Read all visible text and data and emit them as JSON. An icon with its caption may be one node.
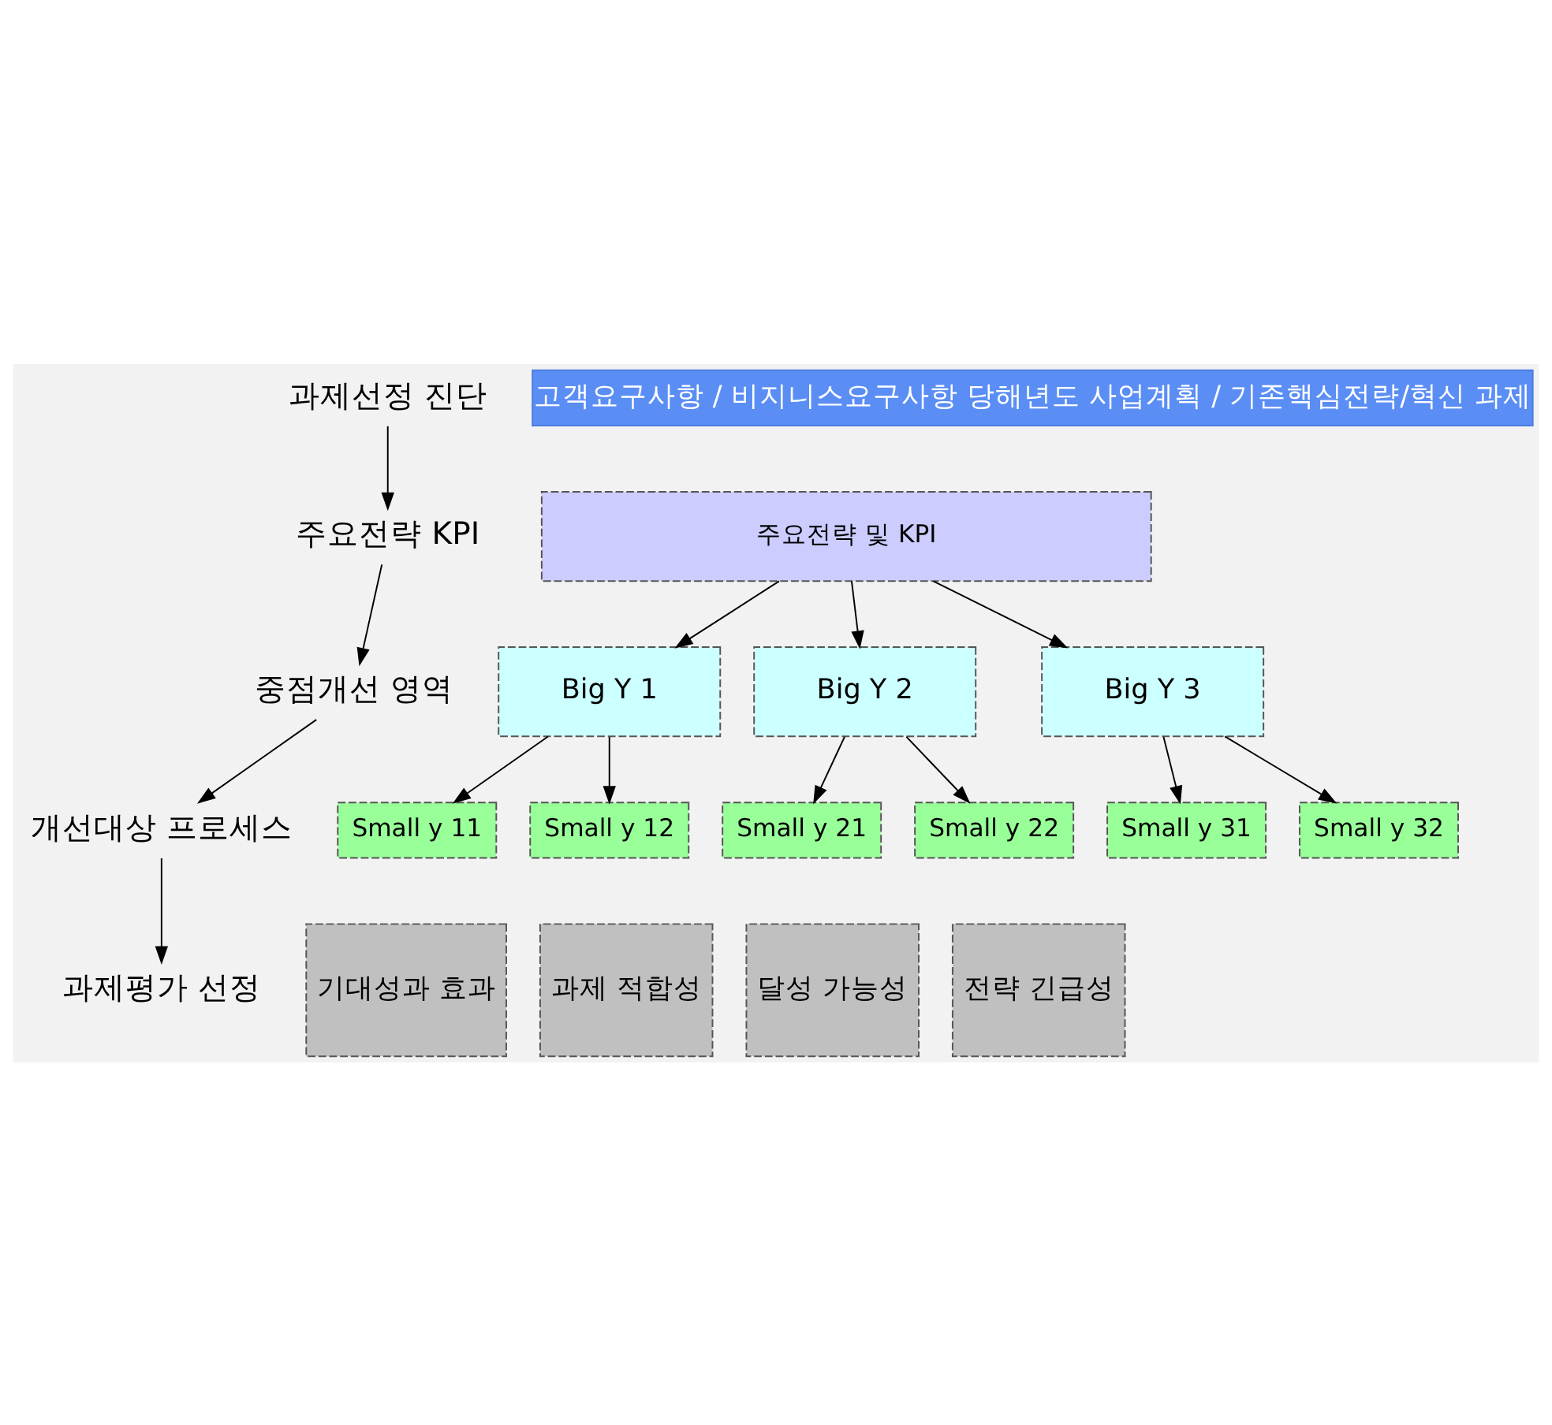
{
  "diagram": {
    "nodes": [
      {
        "text": [
          "과제선정 진단"
        ]
      },
      {
        "text": [
          "주요전략 KPI"
        ]
      },
      {
        "text": [
          "중점개선 영역"
        ]
      },
      {
        "text": [
          "개선대상 프로세스"
        ]
      },
      {
        "text": [
          "과제평가 선정"
        ]
      },
      {
        "text": [
          "고객요구사항 / 비지니스요구사항 당해년도 사업계획 / 기존핵심전략/혁신 과제"
        ]
      },
      {
        "text": [
          "주요전략 및 KPI"
        ]
      },
      {
        "text": [
          "Big Y 1"
        ]
      },
      {
        "text": [
          "Big Y 2"
        ]
      },
      {
        "text": [
          "Big Y 3"
        ]
      },
      {
        "text": [
          "Small y 11"
        ]
      },
      {
        "text": [
          "Small y 12"
        ]
      },
      {
        "text": [
          "Small y 21"
        ]
      },
      {
        "text": [
          "Small y 22"
        ]
      },
      {
        "text": [
          "Small y 31"
        ]
      },
      {
        "text": [
          "Small y 32"
        ]
      },
      {
        "text": [
          "기대성과 효과"
        ]
      },
      {
        "text": [
          "과제 적합성"
        ]
      },
      {
        "text": [
          "달성 가능성"
        ]
      },
      {
        "text": [
          "전략 긴급성"
        ]
      }
    ],
    "edges": [
      {
        "from": 0,
        "to": 1,
        "arrow": "to"
      },
      {
        "from": 1,
        "to": 2,
        "arrow": "to"
      },
      {
        "from": 2,
        "to": 3,
        "arrow": "to"
      },
      {
        "from": 3,
        "to": 4,
        "arrow": "to"
      },
      {
        "from": 6,
        "to": 7,
        "arrow": "to"
      },
      {
        "from": 6,
        "to": 8,
        "arrow": "to"
      },
      {
        "from": 6,
        "to": 9,
        "arrow": "to"
      },
      {
        "from": 7,
        "to": 10,
        "arrow": "to"
      },
      {
        "from": 7,
        "to": 11,
        "arrow": "to"
      },
      {
        "from": 8,
        "to": 12,
        "arrow": "to"
      },
      {
        "from": 8,
        "to": 13,
        "arrow": "to"
      },
      {
        "from": 9,
        "to": 14,
        "arrow": "to"
      },
      {
        "from": 9,
        "to": 15,
        "arrow": "to"
      }
    ]
  }
}
